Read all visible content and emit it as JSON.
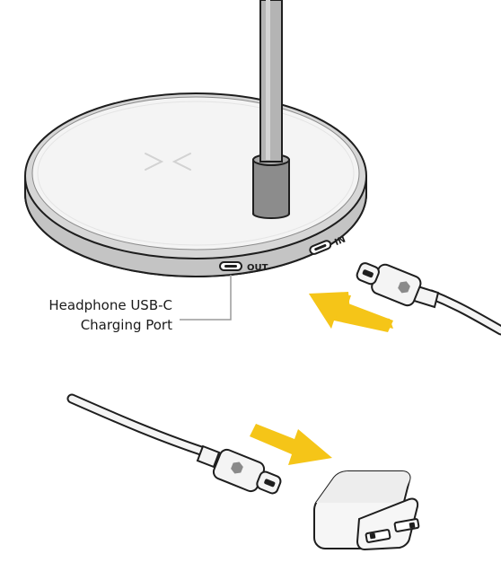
{
  "callout": {
    "line1": "Headphone USB-C",
    "line2": "Charging Port"
  },
  "ports": {
    "out_label": "OUT",
    "in_label": "IN"
  },
  "colors": {
    "arrow": "#f5c518",
    "outline": "#1e1e1e",
    "base_ring": "#cfcfcf",
    "base_top": "#f3f3f3",
    "leader_line": "#9a9a9a"
  },
  "icons": [
    "charging-pad-base",
    "headphone-stand-pole",
    "usb-c-cable-plug",
    "direction-arrow",
    "wall-power-adapter",
    "wireless-charging-indicator"
  ]
}
